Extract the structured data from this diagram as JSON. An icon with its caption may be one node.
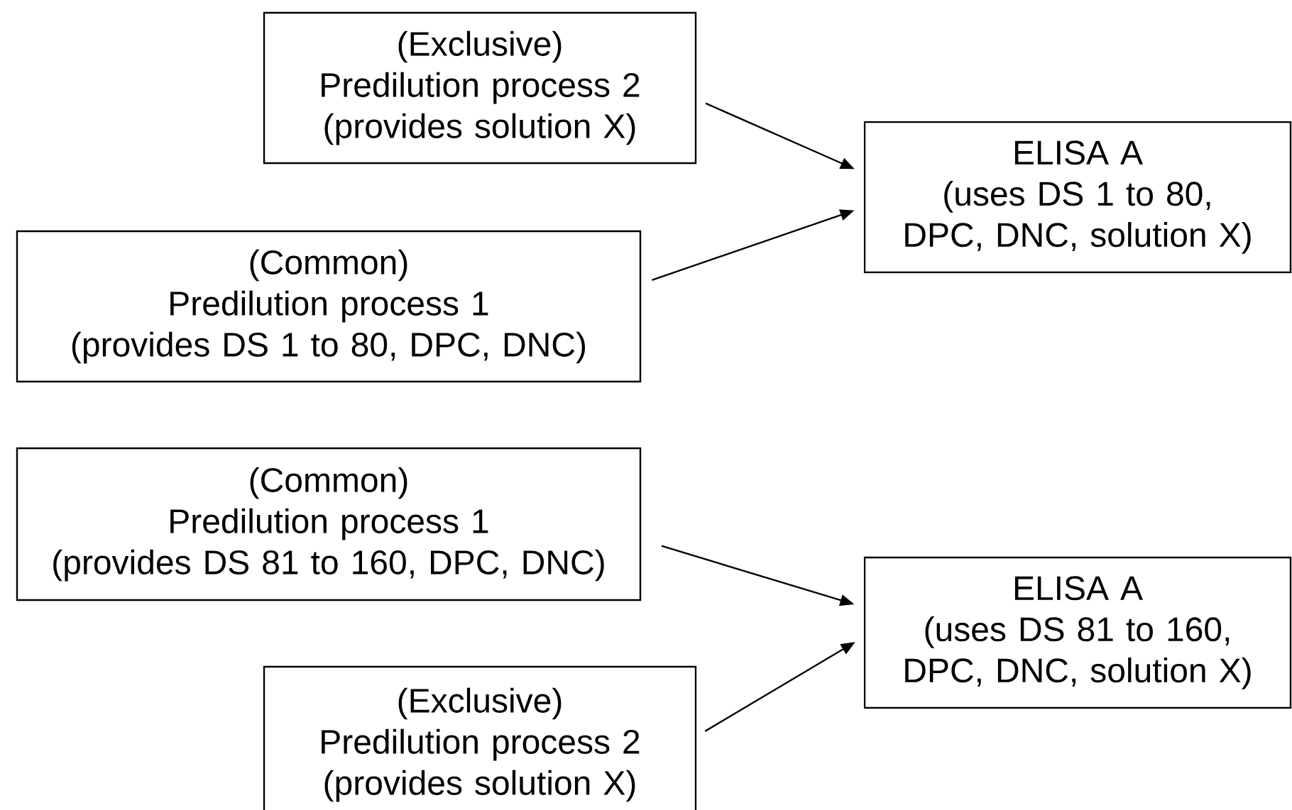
{
  "diagram": {
    "nodes": [
      {
        "text": [
          "(Exclusive)",
          "Predilution process 2",
          "(provides solution X)"
        ]
      },
      {
        "text": [
          "(Common)",
          "Predilution process 1",
          "(provides DS 1 to 80, DPC, DNC)"
        ]
      },
      {
        "text": [
          "ELISA A",
          "(uses DS 1 to 80, DPC, DNC, solution X)"
        ]
      },
      {
        "text": [
          "(Common)",
          "Predilution process 1",
          "(provides DS 81 to 160, DPC, DNC)"
        ]
      },
      {
        "text": [
          "ELISA A",
          "(uses DS 81 to 160, DPC, DNC, solution X)"
        ]
      },
      {
        "text": [
          "(Exclusive)",
          "Predilution process 2",
          "(provides solution X)"
        ]
      }
    ],
    "edges": [
      {
        "from": 0,
        "to": 2,
        "arrow": "to"
      },
      {
        "from": 1,
        "to": 2,
        "arrow": "to"
      },
      {
        "from": 3,
        "to": 4,
        "arrow": "to"
      },
      {
        "from": 5,
        "to": 4,
        "arrow": "to"
      }
    ]
  }
}
